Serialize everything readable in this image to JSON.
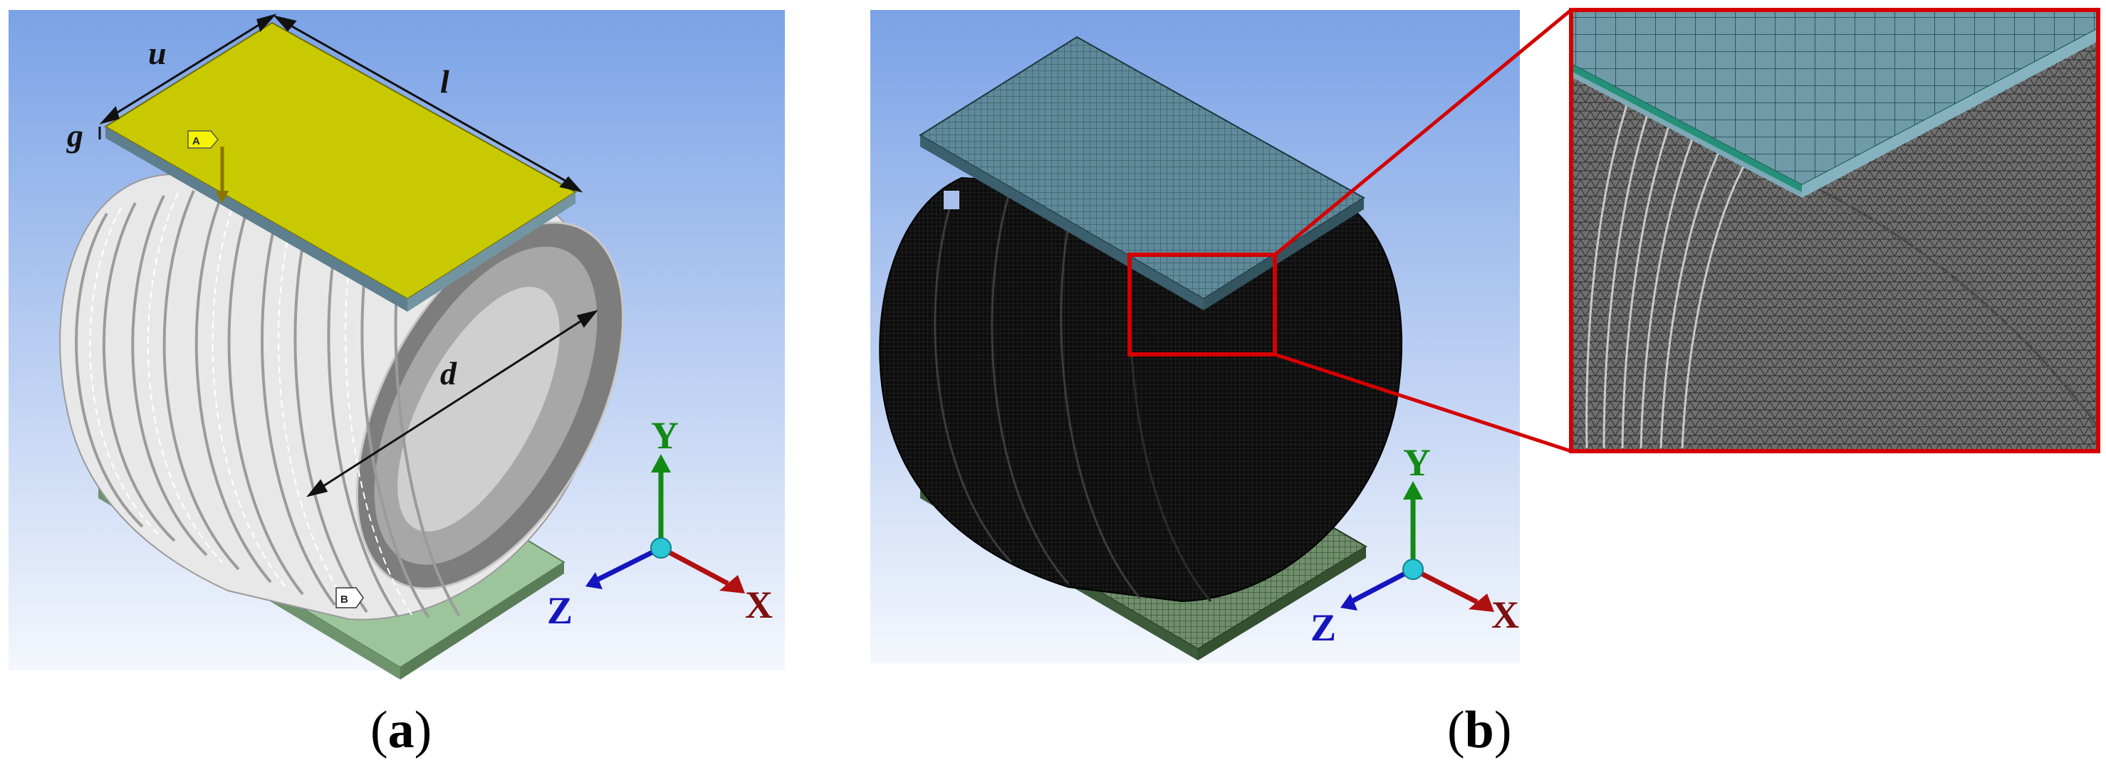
{
  "panel_a": {
    "dimensions": {
      "u": "u",
      "l": "l",
      "g": "g",
      "d": "d"
    },
    "markers": {
      "a": "A",
      "b": "B"
    },
    "axes": {
      "x": "X",
      "y": "Y",
      "z": "Z"
    },
    "caption": {
      "open": "(",
      "letter": "a",
      "close": ")"
    }
  },
  "panel_b": {
    "axes": {
      "x": "X",
      "y": "Y",
      "z": "Z"
    },
    "caption": {
      "open": "(",
      "letter": "b",
      "close": ")"
    }
  },
  "colors": {
    "bg_top": "#7aa2e6",
    "bg_bottom": "#f4f7fd",
    "top_plate": "#c8c800",
    "bottom_plate": "#8dba8c",
    "mesh_plate": "#5f8a9a",
    "zoom_frame": "#d40000",
    "axis_x": "#b01010",
    "axis_y": "#138a13",
    "axis_z": "#1515c0"
  }
}
